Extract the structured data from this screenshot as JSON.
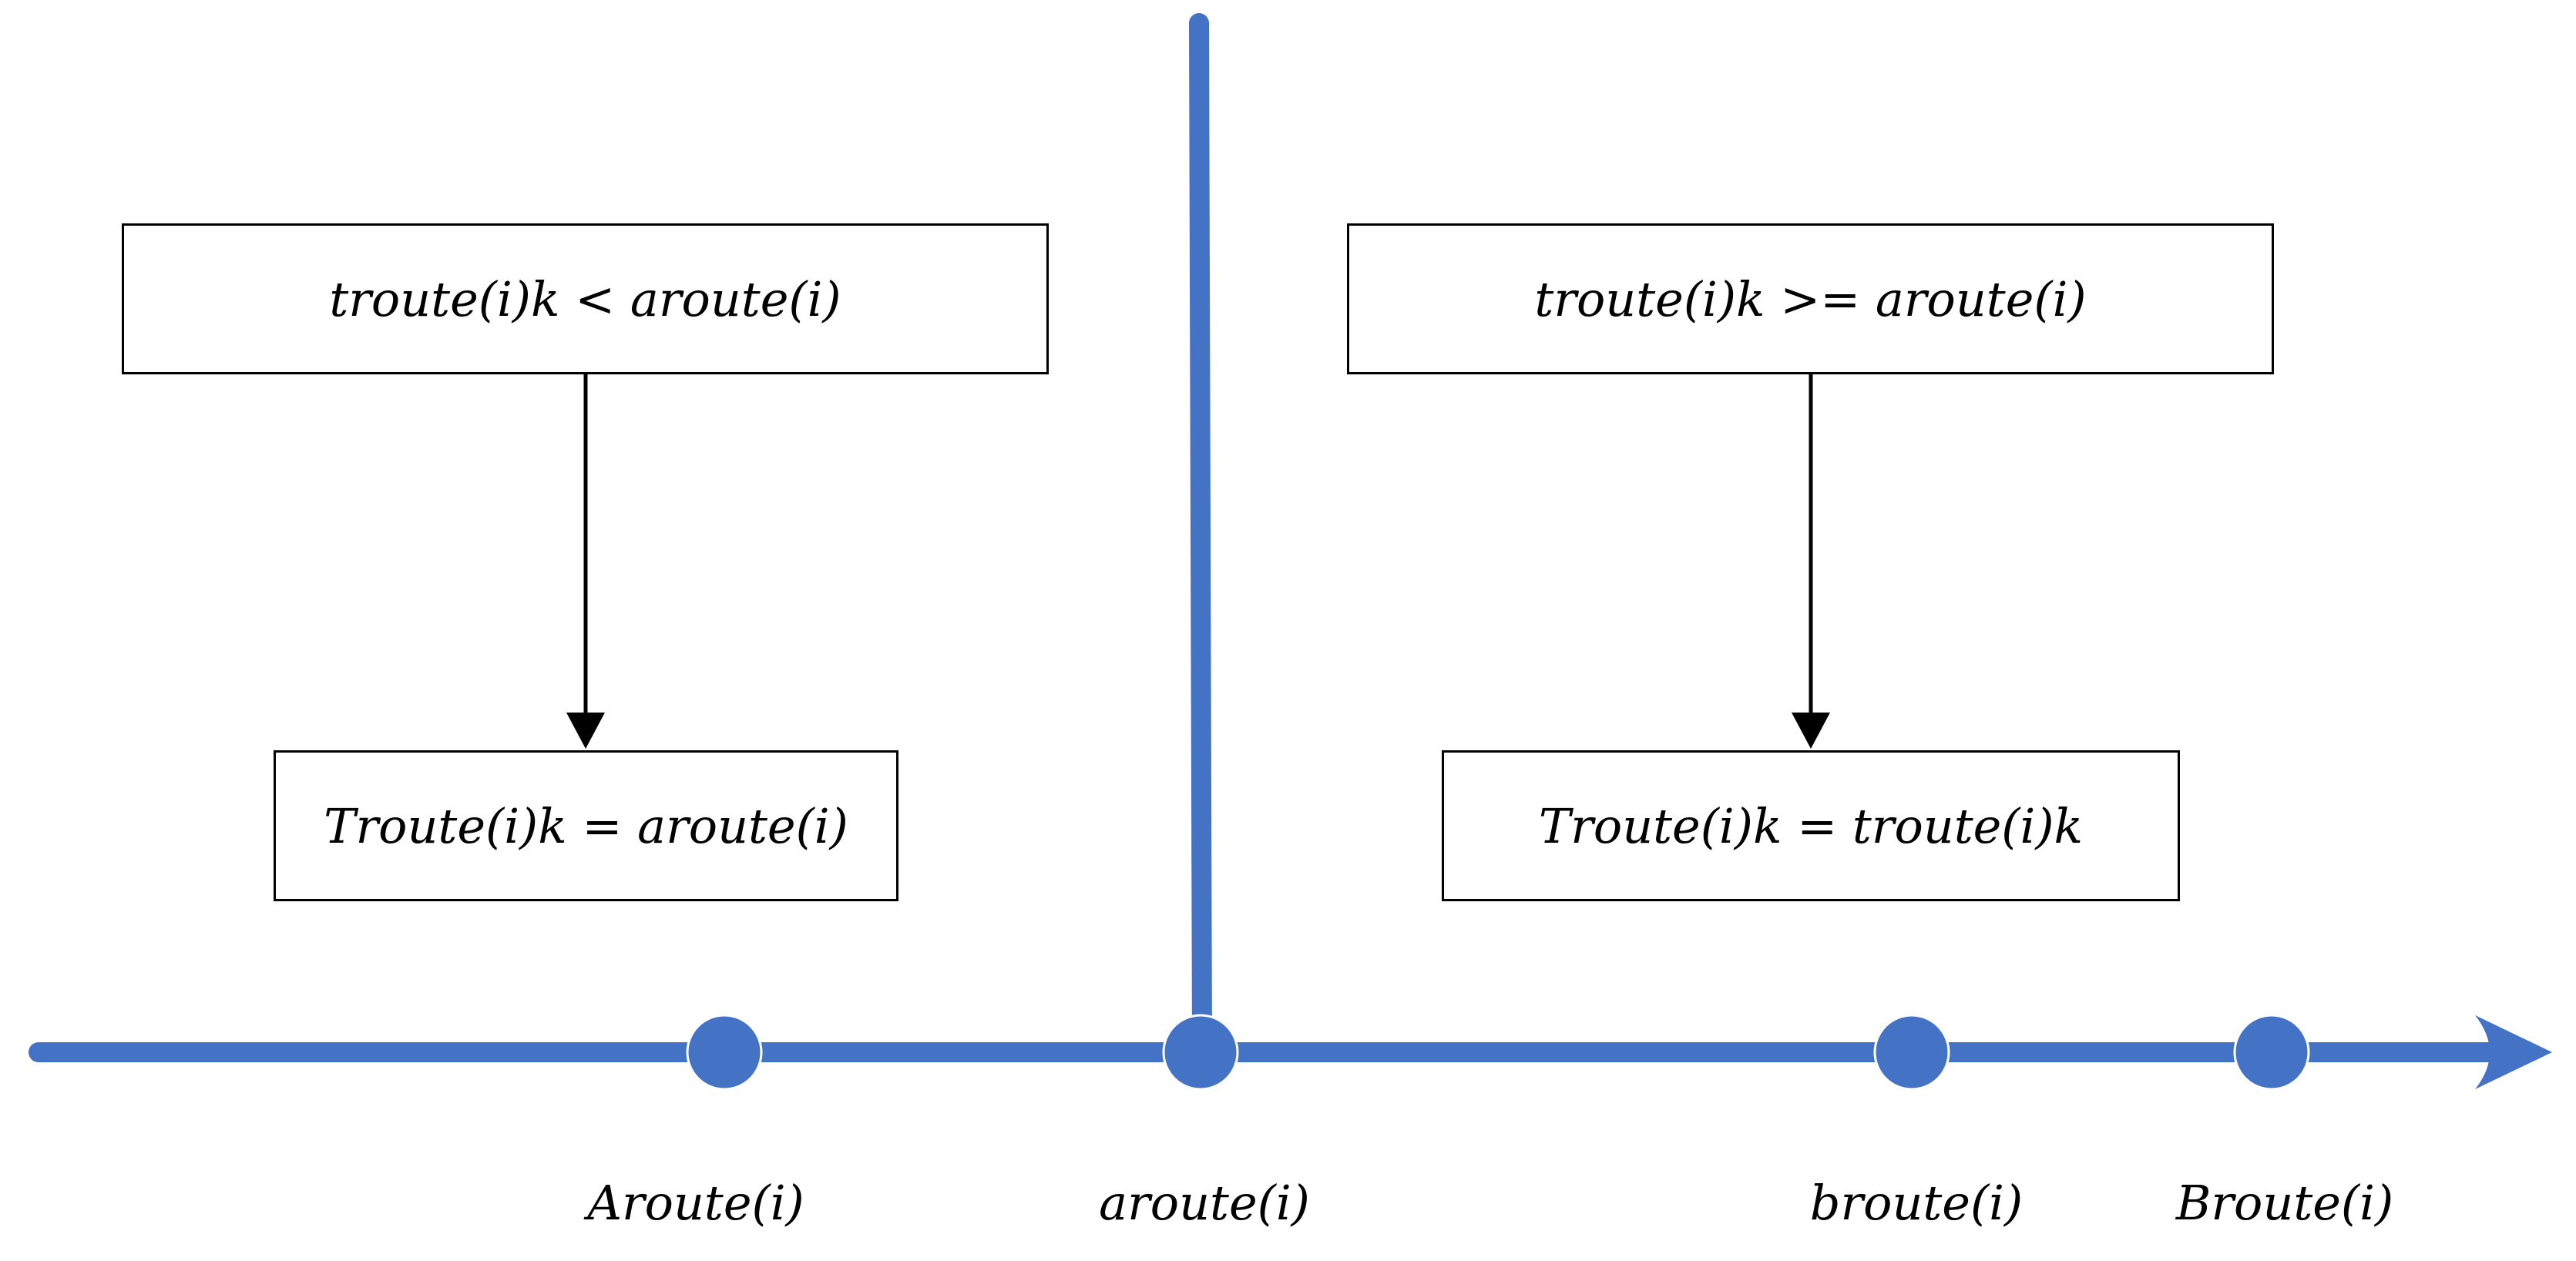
{
  "colors": {
    "axis": "#4472C4",
    "box_border": "#000000",
    "arrow": "#000000",
    "background": "#FFFFFF"
  },
  "boxes": {
    "top_left": "troute(i)k < aroute(i)",
    "top_right": "troute(i)k >= aroute(i)",
    "bottom_left": "Troute(i)k = aroute(i)",
    "bottom_right": "Troute(i)k = troute(i)k"
  },
  "axis_labels": {
    "A": "Aroute(i)",
    "a": "aroute(i)",
    "b": "broute(i)",
    "B": "Broute(i)"
  }
}
